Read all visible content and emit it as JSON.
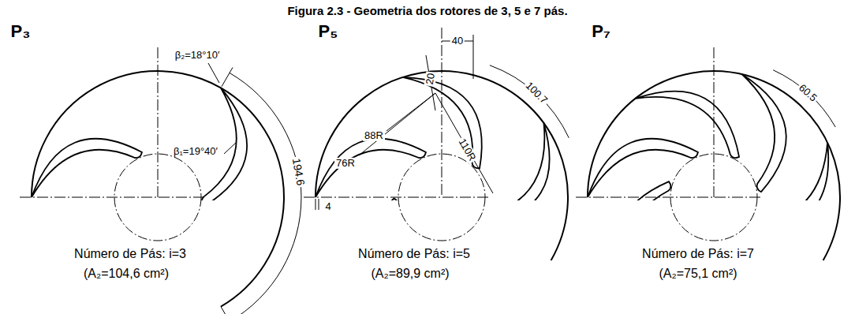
{
  "diagram": {
    "title": "Figura 2.3 - Geometria dos rotores de 3, 5 e 7 pás.",
    "labels": [
      "P₃",
      "β₂=18°10′",
      "β₁=19°40′",
      "194.6",
      "Número de Pás: i=3",
      "(A₂=104,6 cm²)",
      "P₅",
      "40",
      "100.7",
      "20",
      "88R",
      "76R",
      "110R",
      "4",
      "Número de Pás: i=5",
      "(A₂=89,9 cm²)",
      "P₇",
      "60.5",
      "Número de Pás: i=7",
      "(A₂=75,1 cm²)"
    ]
  }
}
